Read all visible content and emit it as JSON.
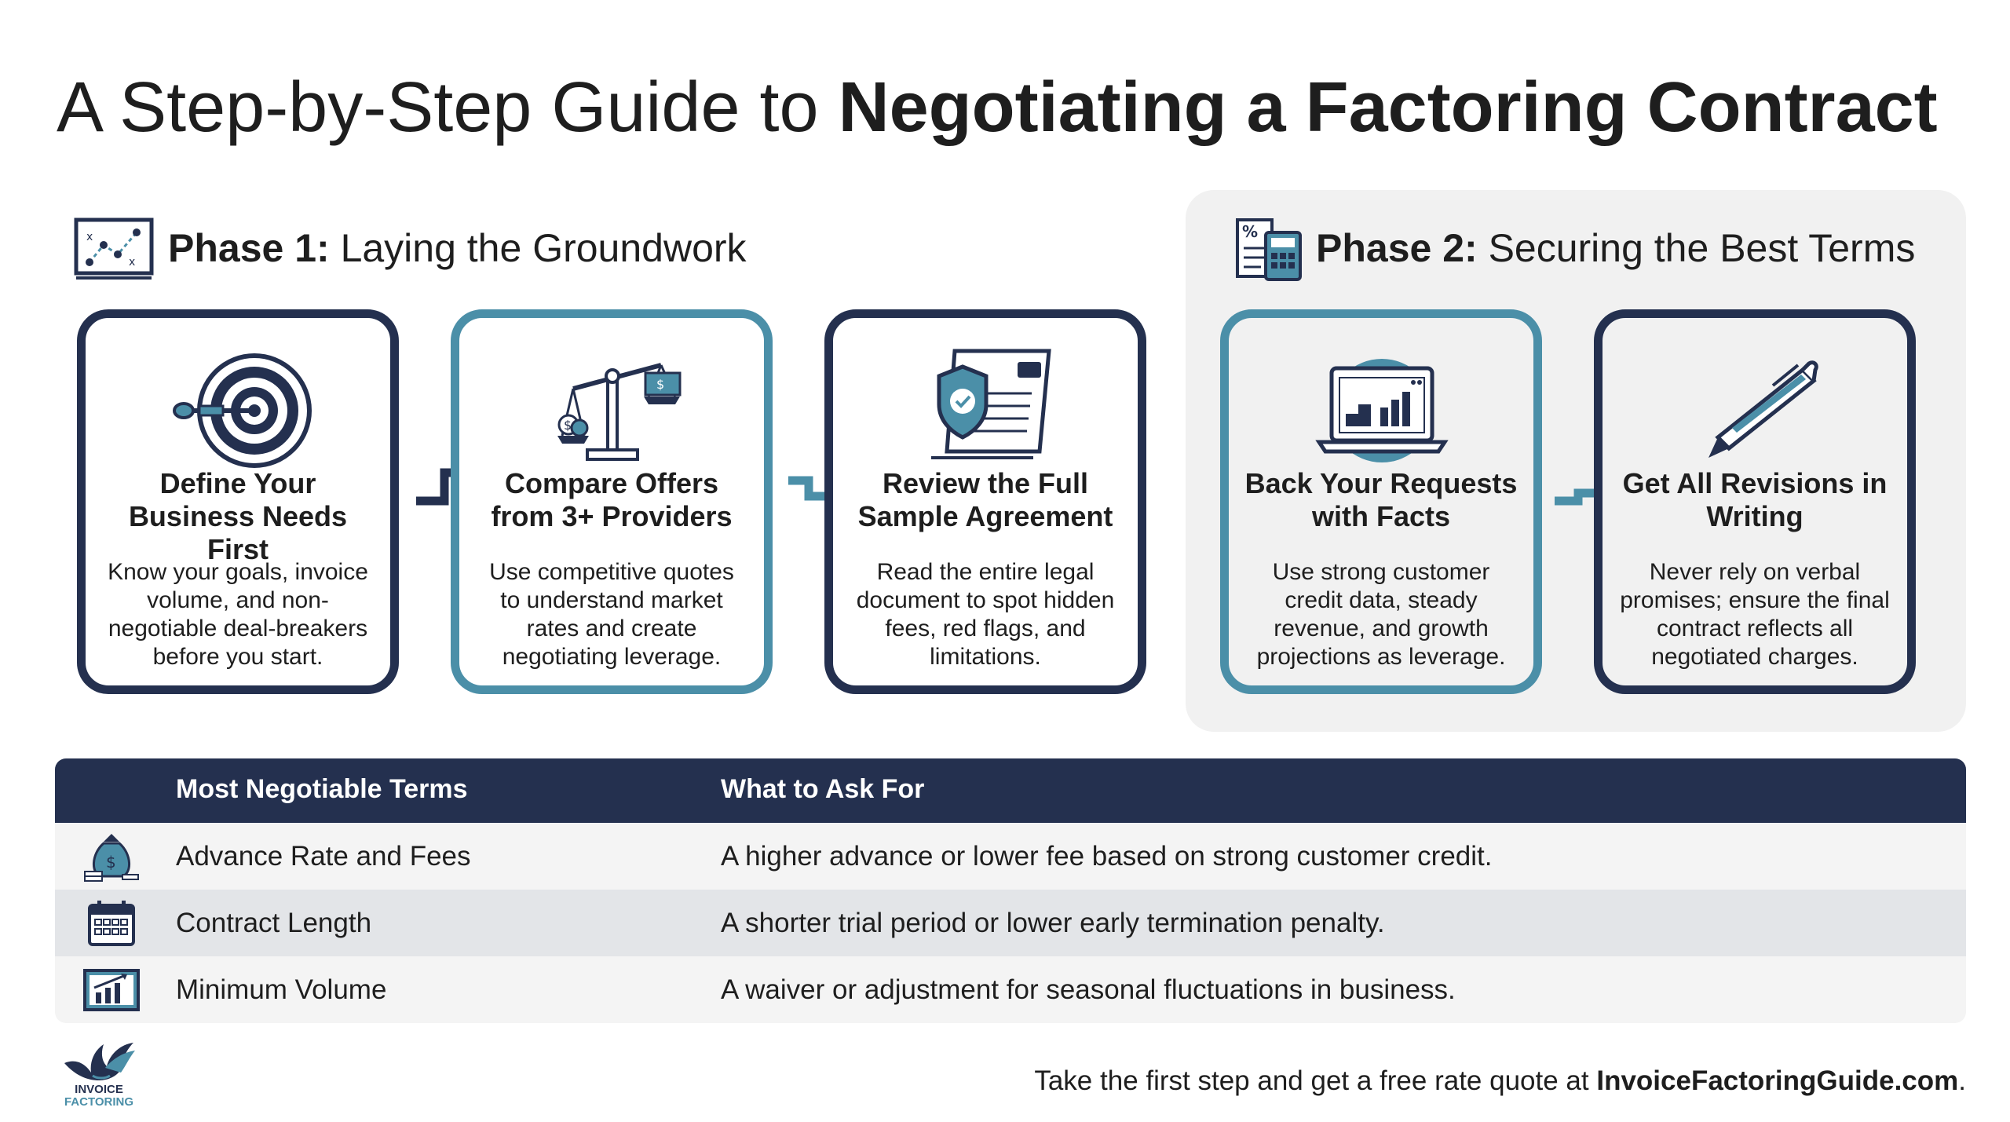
{
  "title": {
    "regular": "A Step-by-Step Guide to ",
    "bold": "Negotiating a Factoring Contract"
  },
  "phase1": {
    "label": "Phase 1:",
    "name": " Laying the Groundwork",
    "icon": "whiteboard-strategy-icon"
  },
  "phase2": {
    "label": "Phase 2:",
    "name": " Securing the Best Terms",
    "icon": "calculator-document-icon"
  },
  "cards": [
    {
      "title": "Define Your Business Needs First",
      "description": "Know your goals, invoice volume, and non-negotiable deal-breakers before you start.",
      "icon": "target-dart-icon"
    },
    {
      "title": "Compare Offers from 3+ Providers",
      "description": "Use competitive quotes to understand market rates and create negotiating leverage.",
      "icon": "balance-scale-money-icon"
    },
    {
      "title": "Review the Full Sample Agreement",
      "description": "Read the entire legal document to spot hidden fees, red flags, and limitations.",
      "icon": "shield-document-icon"
    },
    {
      "title": "Back Your Requests with Facts",
      "description": "Use strong customer credit data, steady revenue, and growth projections as leverage.",
      "icon": "laptop-chart-icon"
    },
    {
      "title": "Get All Revisions in Writing",
      "description": "Never rely on verbal promises; ensure the final contract reflects all negotiated charges.",
      "icon": "pen-icon"
    }
  ],
  "table": {
    "headers": [
      "Most Negotiable Terms",
      "What to Ask For"
    ],
    "rows": [
      {
        "term": "Advance Rate and Fees",
        "ask": "A higher advance or lower fee based on strong customer credit.",
        "icon": "money-bag-icon"
      },
      {
        "term": "Contract Length",
        "ask": "A shorter trial period or lower early termination penalty.",
        "icon": "calendar-icon"
      },
      {
        "term": "Minimum Volume",
        "ask": "A waiver or adjustment for seasonal fluctuations in business.",
        "icon": "growth-chart-icon"
      }
    ]
  },
  "logo": {
    "line1": "INVOICE",
    "line2": "FACTORING"
  },
  "footer": {
    "text": "Take the first step and get a free rate quote at ",
    "link": "InvoiceFactoringGuide.com",
    "end": "."
  },
  "colors": {
    "navy": "#24304f",
    "teal": "#4b8fa8",
    "panel": "#f1f1f1",
    "row_alt": "#e3e5e8"
  }
}
